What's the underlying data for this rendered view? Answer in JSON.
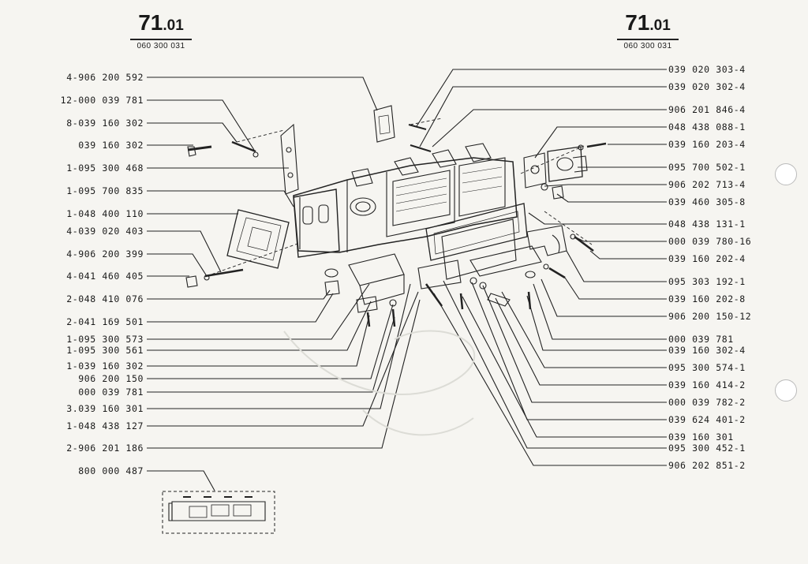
{
  "header_left": {
    "page_number": "71",
    "page_suffix": ".01",
    "code": "060 300 031"
  },
  "header_right": {
    "page_number": "71",
    "page_suffix": ".01",
    "code": "060 300 031"
  },
  "left_labels": [
    "4-906 200 592",
    "12-000 039 781",
    "8-039 160 302",
    "039 160 302",
    "1-095 300 468",
    "1-095 700 835",
    "1-048 400 110",
    "4-039 020 403",
    "4-906 200 399",
    "4-041 460 405",
    "2-048 410 076",
    "2-041 169 501",
    "1-095 300 573",
    "1-095 300 561",
    "1-039 160 302",
    "906 200 150",
    "000 039 781",
    "3.039 160 301",
    "1-048 438 127",
    "2-906 201 186",
    "800 000 487"
  ],
  "right_labels": [
    "039 020 303-4",
    "039 020 302-4",
    "906 201 846-4",
    "048 438 088-1",
    "039 160 203-4",
    "095 700 502-1",
    "906 202 713-4",
    "039 460 305-8",
    "048 438 131-1",
    "000 039 780-16",
    "039 160 202-4",
    "095 303 192-1",
    "039 160 202-8",
    "906 200 150-12",
    "000 039 781",
    "039 160 302-4",
    "095 300 574-1",
    "039 160 414-2",
    "000 039 782-2",
    "039 624 401-2",
    "039 160 301",
    "095 300 452-1",
    "906 202 851-2"
  ]
}
